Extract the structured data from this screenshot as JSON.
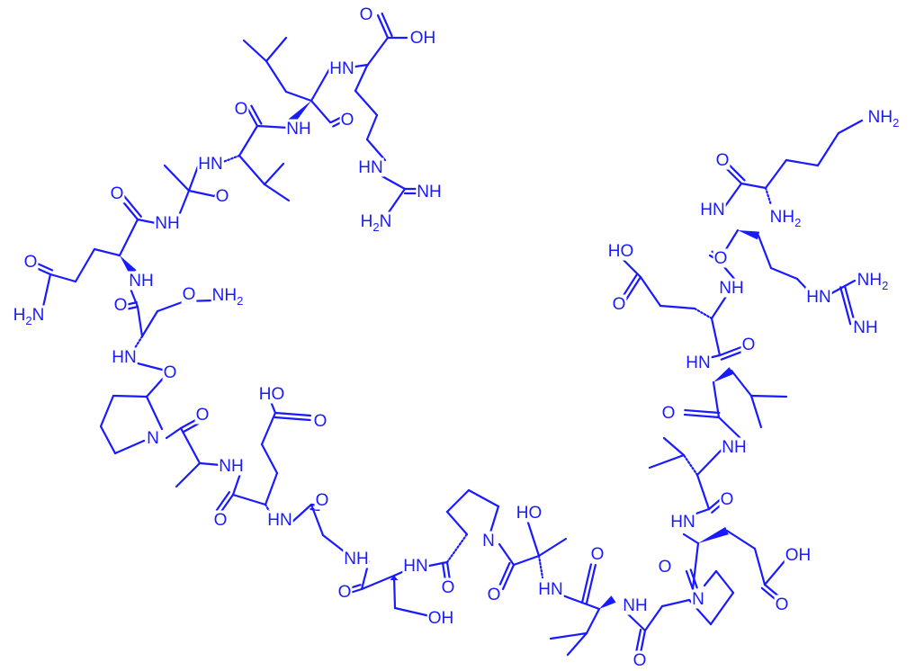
{
  "colors": {
    "structure": "#1a1aff",
    "background": "#ffffff"
  },
  "labels": [
    {
      "name": "carboxylic-acid-oh",
      "text": "OH"
    },
    {
      "name": "carboxyl-o",
      "text": "O"
    },
    {
      "name": "amide-nh",
      "text": "HN"
    },
    {
      "name": "amide-nh",
      "text": "NH"
    },
    {
      "name": "carbonyl-o",
      "text": "O"
    },
    {
      "name": "amide-nh",
      "text": "HN"
    },
    {
      "name": "amide-nh",
      "text": "NH"
    },
    {
      "name": "carbonyl-o",
      "text": "O"
    },
    {
      "name": "carbonyl-o",
      "text": "O"
    },
    {
      "name": "carbonyl-o",
      "text": "O"
    },
    {
      "name": "guanidine-nh",
      "text": "HN"
    },
    {
      "name": "guanidine-imine",
      "text": "NH"
    },
    {
      "name": "guanidine-nh2",
      "text": "H",
      "sub": "2",
      "post": "N"
    },
    {
      "name": "amide-nh",
      "text": "NH"
    },
    {
      "name": "amide-o",
      "text": "O"
    },
    {
      "name": "side-amide-o",
      "text": "O"
    },
    {
      "name": "side-amide-nh2",
      "text": "H",
      "sub": "2",
      "post": "N"
    },
    {
      "name": "amide-nh",
      "text": "NH"
    },
    {
      "name": "amide-o",
      "text": "O"
    },
    {
      "name": "side-amide-o",
      "text": "O"
    },
    {
      "name": "side-amide-nh2",
      "text": "NH",
      "sub": "2"
    },
    {
      "name": "amide-nh",
      "text": "HN"
    },
    {
      "name": "carbonyl-o",
      "text": "O"
    },
    {
      "name": "proline-n",
      "text": "N"
    },
    {
      "name": "carbonyl-o",
      "text": "O"
    },
    {
      "name": "amide-nh",
      "text": "NH"
    },
    {
      "name": "acid-oh",
      "text": "HO"
    },
    {
      "name": "acid-o",
      "text": "O"
    },
    {
      "name": "carbonyl-o",
      "text": "O"
    },
    {
      "name": "amide-nh",
      "text": "HN"
    },
    {
      "name": "carbonyl-o",
      "text": "O"
    },
    {
      "name": "amide-nh",
      "text": "NH"
    },
    {
      "name": "carbonyl-o",
      "text": "O"
    },
    {
      "name": "amide-nh",
      "text": "HN"
    },
    {
      "name": "hydroxyl-oh",
      "text": "OH"
    },
    {
      "name": "carbonyl-o",
      "text": "O"
    },
    {
      "name": "proline-n",
      "text": "N"
    },
    {
      "name": "hydroxyl-ho",
      "text": "HO"
    },
    {
      "name": "carbonyl-o",
      "text": "O"
    },
    {
      "name": "amide-nh",
      "text": "HN"
    },
    {
      "name": "carbonyl-o",
      "text": "O"
    },
    {
      "name": "amide-nh",
      "text": "NH"
    },
    {
      "name": "carbonyl-o",
      "text": "O"
    },
    {
      "name": "proline-n",
      "text": "N"
    },
    {
      "name": "carbonyl-o",
      "text": "O"
    },
    {
      "name": "amide-nh",
      "text": "HN"
    },
    {
      "name": "acid-oh",
      "text": "OH"
    },
    {
      "name": "acid-o",
      "text": "O"
    },
    {
      "name": "carbonyl-o",
      "text": "O"
    },
    {
      "name": "amide-nh",
      "text": "NH"
    },
    {
      "name": "carbonyl-o",
      "text": "O"
    },
    {
      "name": "amide-nh",
      "text": "HN"
    },
    {
      "name": "carbonyl-o",
      "text": "O"
    },
    {
      "name": "amide-nh",
      "text": "NH"
    },
    {
      "name": "acid-ho",
      "text": "HO"
    },
    {
      "name": "acid-o",
      "text": "O"
    },
    {
      "name": "carbonyl-o",
      "text": "O"
    },
    {
      "name": "amide-nh",
      "text": "HN"
    },
    {
      "name": "carbonyl-o",
      "text": "O"
    },
    {
      "name": "alpha-nh2",
      "text": "NH",
      "sub": "2"
    },
    {
      "name": "terminal-nh2",
      "text": "NH",
      "sub": "2"
    },
    {
      "name": "guanidine-nh",
      "text": "HN"
    },
    {
      "name": "guanidine-nh2",
      "text": "NH",
      "sub": "2"
    },
    {
      "name": "guanidine-imine",
      "text": "NH"
    }
  ]
}
